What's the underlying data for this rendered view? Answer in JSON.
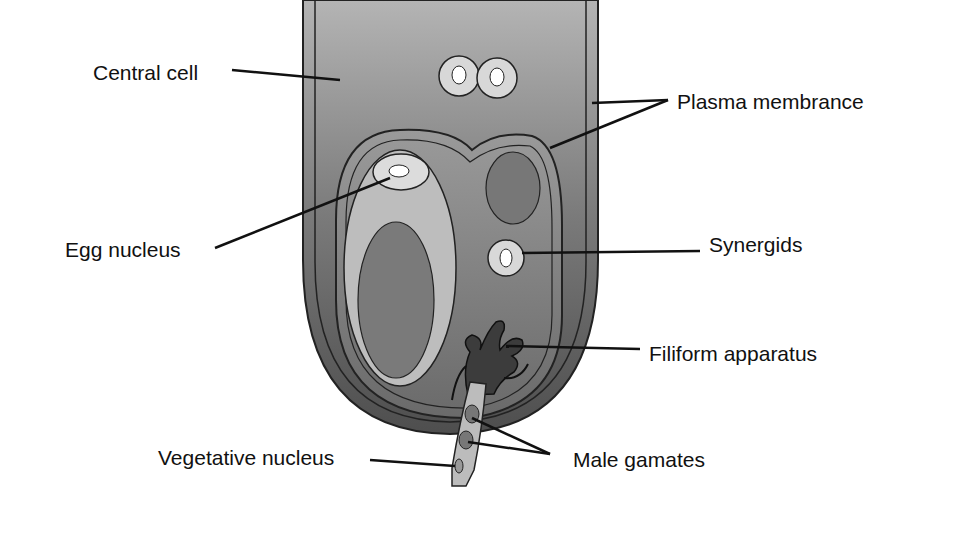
{
  "diagram": {
    "labels": [
      "Central cell",
      "Plasma membrance",
      "Egg nucleus",
      "Synergids",
      "Filiform apparatus",
      "Vegetative nucleus",
      "Male gamates"
    ]
  }
}
